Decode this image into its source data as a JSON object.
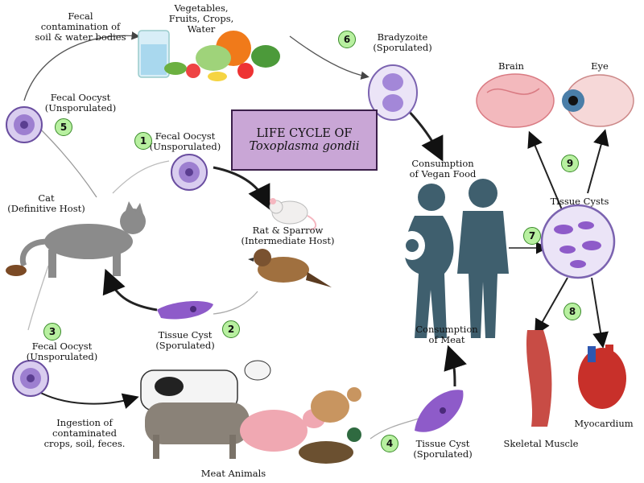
{
  "title": {
    "line1": "LIFE CYCLE OF",
    "line2": "Toxoplasma gondii"
  },
  "labels": {
    "vegetables": "Vegetables,\nFruits, Crops,\nWater",
    "fecal_contamination": "Fecal\ncontamination of\nsoil & water bodies",
    "bradyzoite": "Bradyzoite\n(Sporulated)",
    "fecal_oocyst_5": "Fecal Oocyst\n(Unsporulated)",
    "fecal_oocyst_1": "Fecal Oocyst\n(Unsporulated)",
    "cat": "Cat\n(Definitive Host)",
    "rat_sparrow": "Rat & Sparrow\n(Intermediate Host)",
    "tissue_cyst_2": "Tissue Cyst\n(Sporulated)",
    "fecal_oocyst_3": "Fecal Oocyst\n(Unsporulated)",
    "ingestion": "Ingestion of\ncontaminated\ncrops, soil, feces.",
    "meat_animals": "Meat Animals",
    "tissue_cyst_4": "Tissue Cyst\n(Sporulated)",
    "consumption_vegan": "Consumption\nof Vegan Food",
    "consumption_meat": "Consumption\nof Meat",
    "brain": "Brain",
    "eye": "Eye",
    "tissue_cysts": "Tissue Cysts",
    "skeletal_muscle": "Skeletal Muscle",
    "myocardium": "Myocardium"
  },
  "steps": [
    "1",
    "2",
    "3",
    "4",
    "5",
    "6",
    "7",
    "8",
    "9"
  ],
  "colors": {
    "title_fill": "#c9a6d6",
    "badge_fill": "#b8f0a0",
    "human": "#3f5f6e",
    "cat": "#8b8b8b",
    "oocyst": "#b9a3dc",
    "cyst": "#8e5bc9"
  }
}
